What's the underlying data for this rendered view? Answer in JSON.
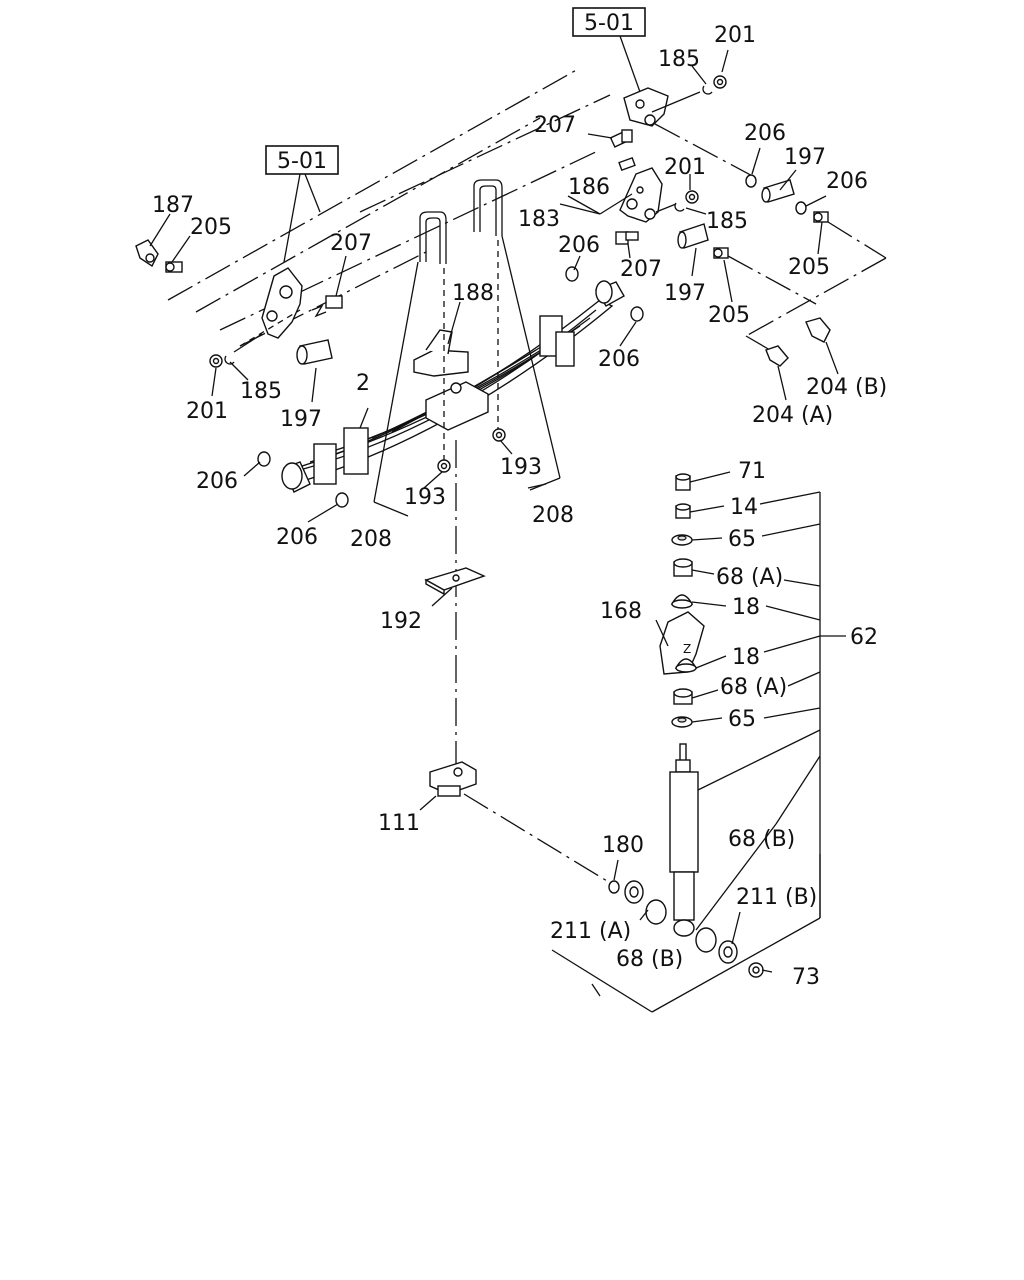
{
  "refs": {
    "top": "5-01",
    "left": "5-01"
  },
  "parts": {
    "p185_top": "185",
    "p201_top": "201",
    "p207_top": "207",
    "p206_a": "206",
    "p197_a": "197",
    "p201_mid": "201",
    "p206_b": "206",
    "p186": "186",
    "p183": "183",
    "p185_mid": "185",
    "p206_c": "206",
    "p207_mid": "207",
    "p197_mid": "197",
    "p205_a": "205",
    "p205_b": "205",
    "p187": "187",
    "p205_left": "205",
    "p207_left": "207",
    "p188": "188",
    "p206_d": "206",
    "p204b": "204 (B)",
    "p204a": "204 (A)",
    "p201_left": "201",
    "p185_left": "185",
    "p197_left": "197",
    "p2": "2",
    "p206_e": "206",
    "p206_f": "206",
    "p193_a": "193",
    "p193_b": "193",
    "p208_a": "208",
    "p208_b": "208",
    "p192": "192",
    "p111": "111",
    "p71": "71",
    "p14": "14",
    "p65_a": "65",
    "p68a_a": "68 (A)",
    "p18_a": "18",
    "p168": "168",
    "p62": "62",
    "p18_b": "18",
    "p68a_b": "68 (A)",
    "p65_b": "65",
    "p68b_a": "68 (B)",
    "p180": "180",
    "p211b": "211 (B)",
    "p211a": "211 (A)",
    "p68b_b": "68 (B)",
    "p73": "73"
  }
}
